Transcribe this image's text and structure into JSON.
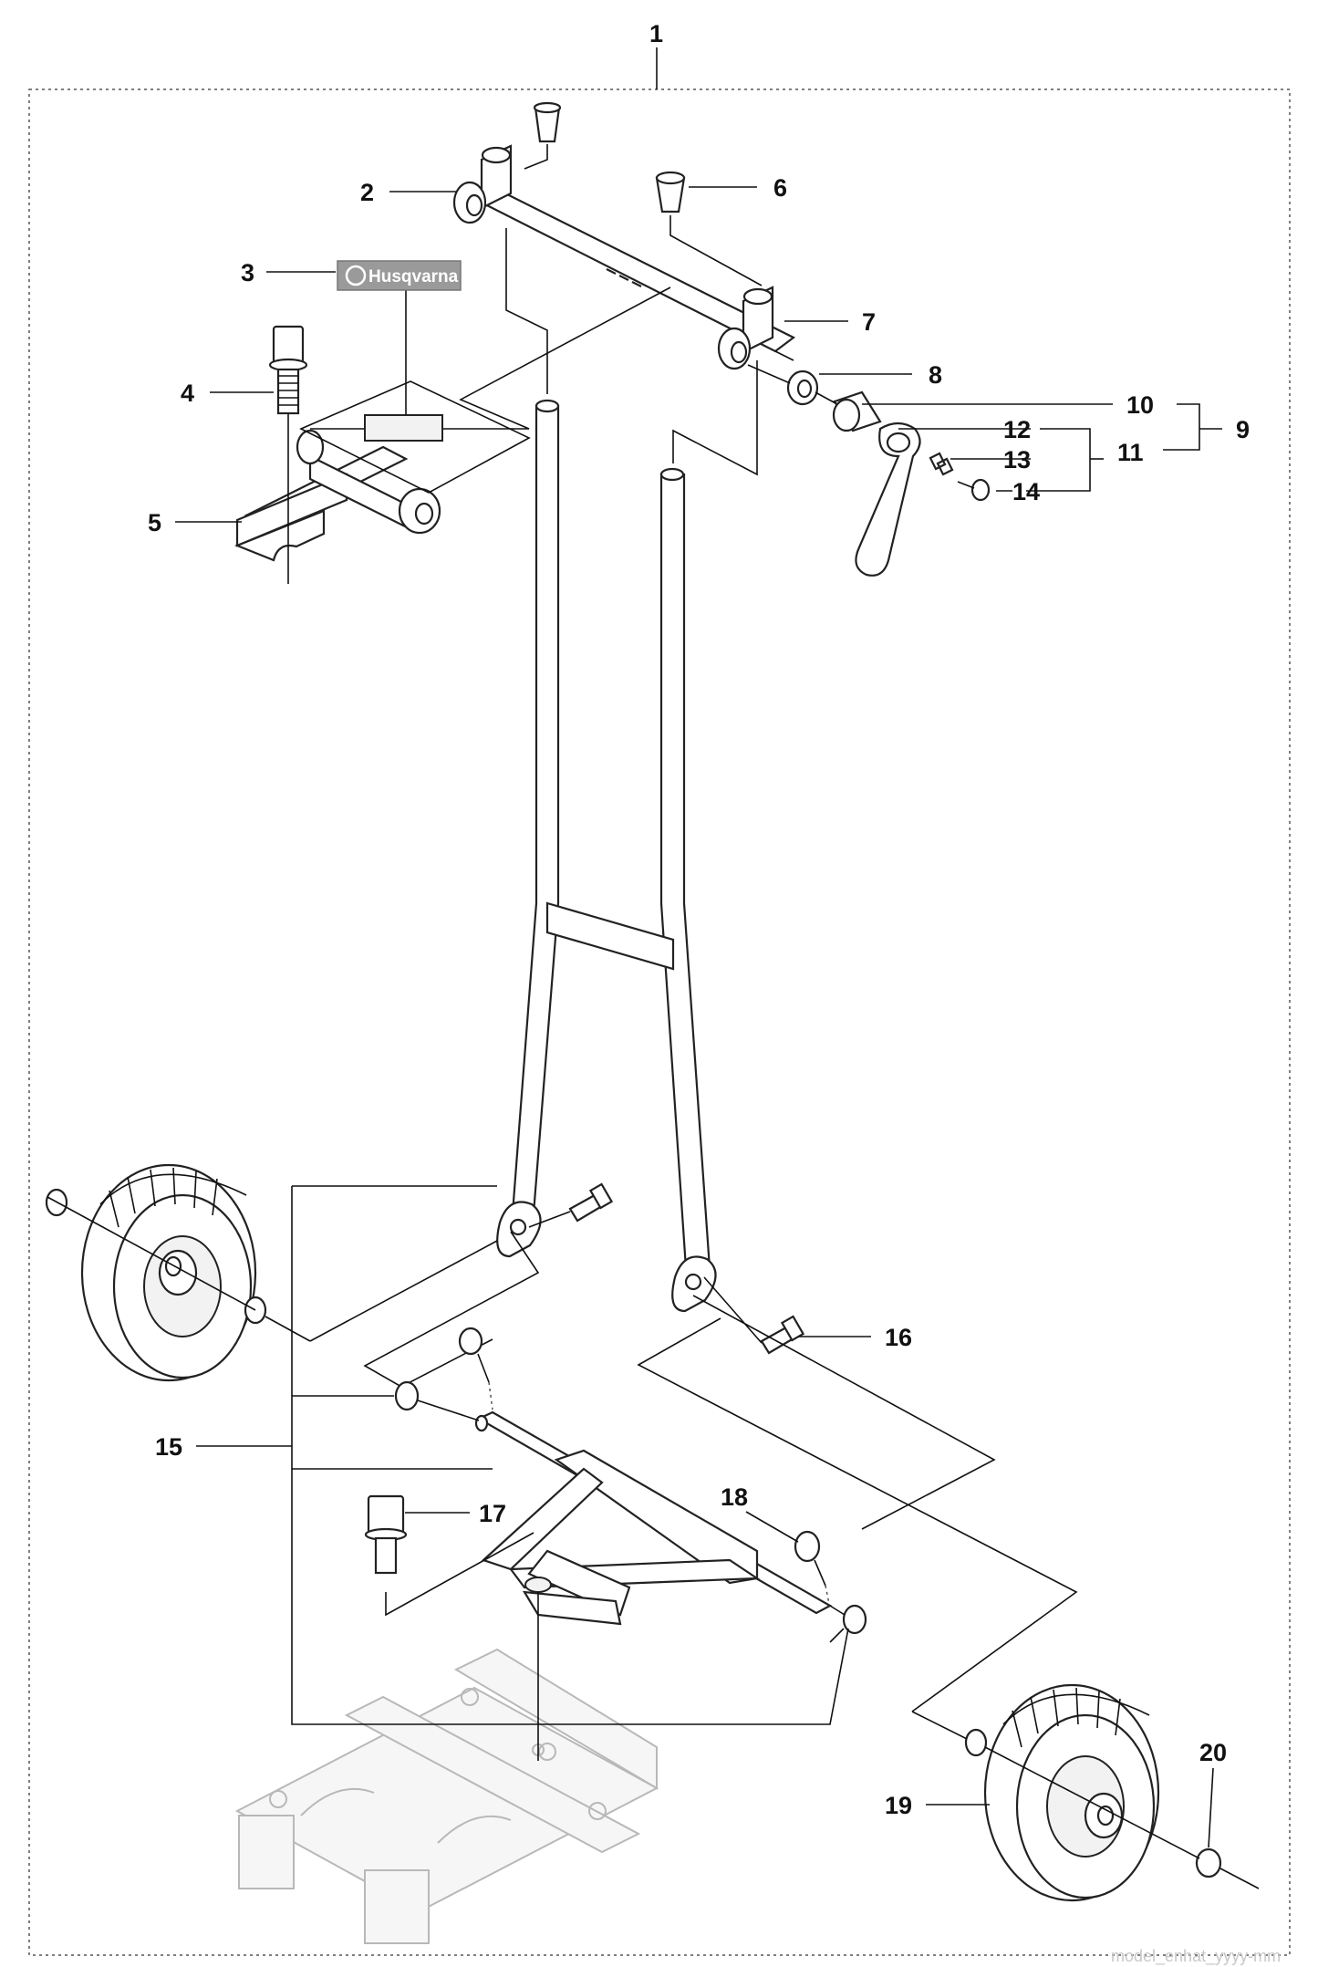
{
  "diagram": {
    "callouts": [
      "1",
      "2",
      "3",
      "4",
      "5",
      "6",
      "7",
      "8",
      "9",
      "10",
      "11",
      "12",
      "13",
      "14",
      "15",
      "16",
      "17",
      "18",
      "19",
      "20"
    ],
    "logo_text": "Husqvarna",
    "watermark": "model_enhat_yyyy-mm"
  }
}
